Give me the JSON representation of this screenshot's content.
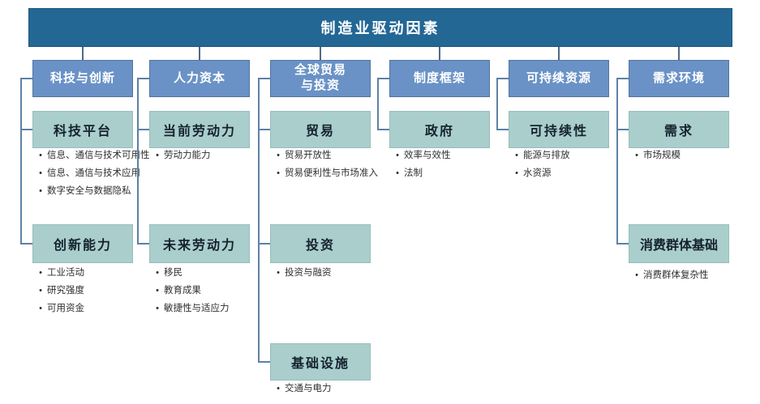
{
  "title": "制造业驱动因素",
  "colors": {
    "banner": "#236795",
    "header": "#6a92c6",
    "subbox": "#a9cecc",
    "connector": "#5d81a6"
  },
  "columns": [
    {
      "header": "科技与创新",
      "boxes": [
        {
          "title": "科技平台",
          "bullets": [
            "信息、通信与技术可用性",
            "信息、通信与技术应用",
            "数字安全与数据隐私"
          ]
        },
        {
          "title": "创新能力",
          "bullets": [
            "工业活动",
            "研究强度",
            "可用资金"
          ]
        }
      ]
    },
    {
      "header": "人力资本",
      "boxes": [
        {
          "title": "当前劳动力",
          "bullets": [
            "劳动力能力"
          ]
        },
        {
          "title": "未来劳动力",
          "bullets": [
            "移民",
            "教育成果",
            "敏捷性与适应力"
          ]
        }
      ]
    },
    {
      "header": "全球贸易与投资",
      "header_lines": {
        "line1": "全球贸易",
        "line2": "与投资"
      },
      "boxes": [
        {
          "title": "贸易",
          "bullets": [
            "贸易开放性",
            "贸易便利性与市场准入"
          ]
        },
        {
          "title": "投资",
          "bullets": [
            "投资与融资"
          ]
        },
        {
          "title": "基础设施",
          "bullets": [
            "交通与电力"
          ]
        }
      ]
    },
    {
      "header": "制度框架",
      "boxes": [
        {
          "title": "政府",
          "bullets": [
            "效率与效性",
            "法制"
          ]
        }
      ]
    },
    {
      "header": "可持续资源",
      "boxes": [
        {
          "title": "可持续性",
          "bullets": [
            "能源与排放",
            "水资源"
          ]
        }
      ]
    },
    {
      "header": "需求环境",
      "boxes": [
        {
          "title": "需求",
          "bullets": [
            "市场规模"
          ]
        },
        {
          "title": "消费群体基础",
          "bullets": [
            "消费群体复杂性"
          ]
        }
      ]
    }
  ]
}
